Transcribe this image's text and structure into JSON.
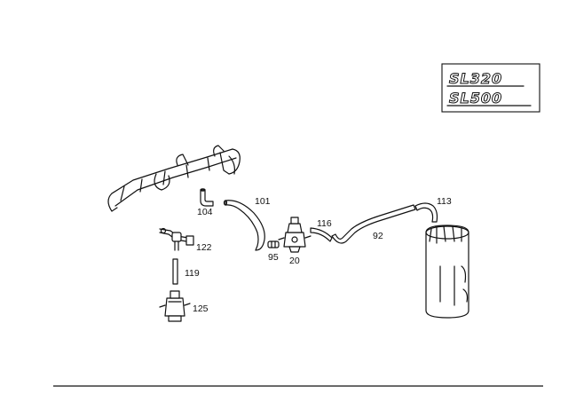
{
  "badges": {
    "top": "SL320",
    "bottom": "SL500"
  },
  "callouts": {
    "p101": "101",
    "p104": "104",
    "p122": "122",
    "p119": "119",
    "p125": "125",
    "p95": "95",
    "p20": "20",
    "p116": "116",
    "p92": "92",
    "p113": "113"
  }
}
